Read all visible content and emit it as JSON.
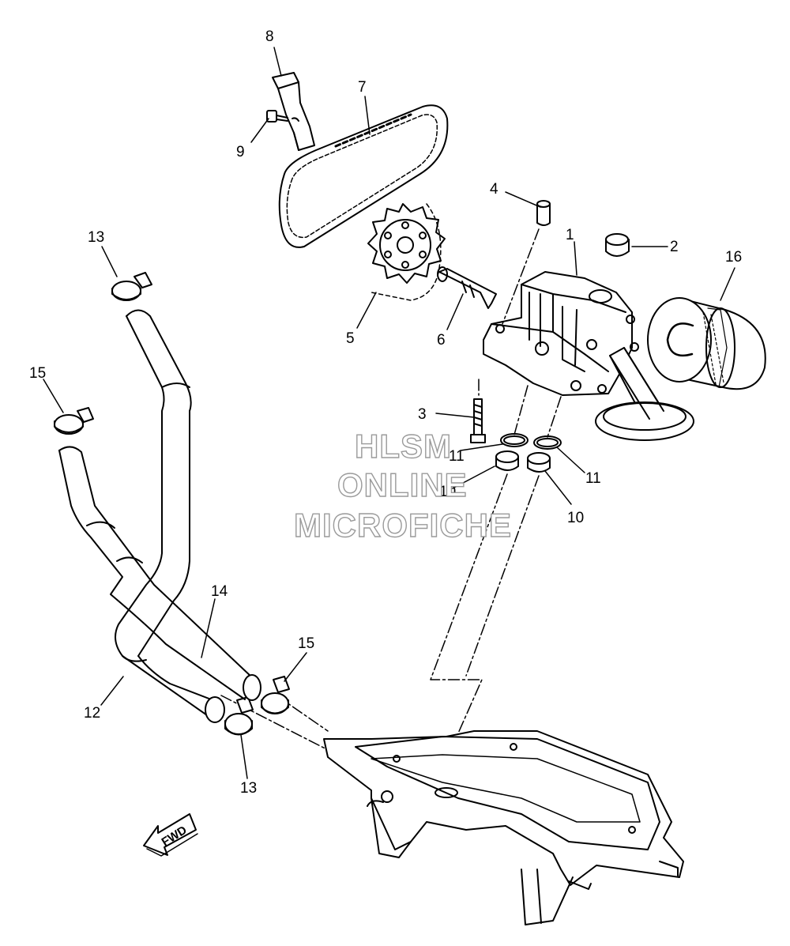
{
  "callouts": [
    "1",
    "2",
    "3",
    "4",
    "5",
    "6",
    "7",
    "8",
    "9",
    "10",
    "10",
    "11",
    "11",
    "12",
    "13",
    "13",
    "14",
    "15",
    "15",
    "16"
  ],
  "watermark": {
    "line1": "HLSM",
    "line2": "ONLINE",
    "line3": "MICROFICHE"
  },
  "fwd_label": "FWD"
}
